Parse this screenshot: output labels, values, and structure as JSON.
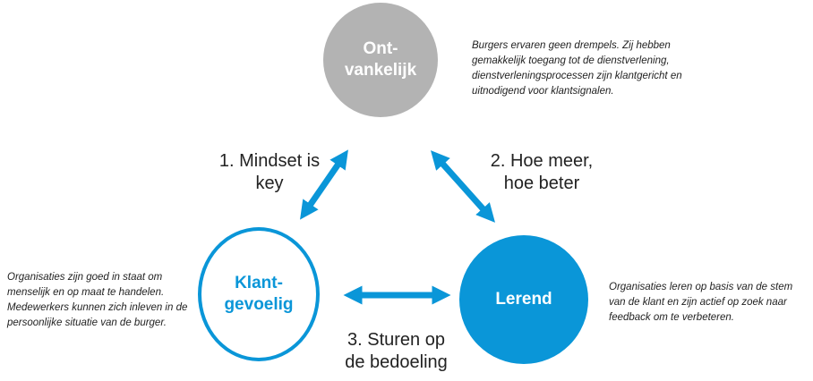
{
  "nodes": {
    "top": {
      "label_1": "Ont-",
      "label_2": "vankelijk",
      "description": "Burgers ervaren geen drempels. Zij hebben gemakkelijk toegang tot de dienstverlening, dienstverleningsprocessen zijn klantgericht en uitnodigend voor klantsignalen."
    },
    "left": {
      "label_1": "Klant-",
      "label_2": "gevoelig",
      "description": "Organisaties zijn goed in staat om menselijk en op maat te handelen. Medewerkers kunnen zich inleven in de persoonlijke situatie van de burger."
    },
    "right": {
      "label_1": "Lerend",
      "description": "Organisaties leren op basis van de stem van de klant en zijn actief op zoek naar feedback om te verbeteren."
    }
  },
  "edges": {
    "e1": {
      "label_1": "1. Mindset is",
      "label_2": "key"
    },
    "e2": {
      "label_1": "2. Hoe meer,",
      "label_2": "hoe beter"
    },
    "e3": {
      "label_1": "3. Sturen op",
      "label_2": "de bedoeling"
    }
  },
  "colors": {
    "accent": "#0a96d8",
    "grey": "#b3b3b3",
    "text": "#222222"
  }
}
